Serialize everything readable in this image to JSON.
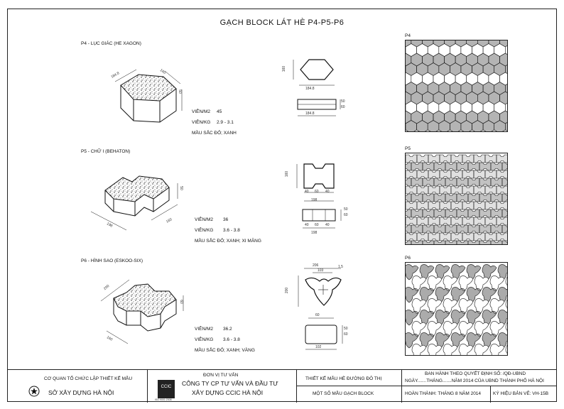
{
  "title": "GẠCH BLOCK LÁT HÈ P4-P5-P6",
  "p4": {
    "heading": "P4 - LỤC GIÁC (HE XAGON)",
    "dims": {
      "a": "184.8",
      "b": "160",
      "h": "50"
    },
    "plan": {
      "w": "184.8",
      "h": "160"
    },
    "side": {
      "w": "184.8",
      "t1": "50",
      "t2": "60"
    },
    "spec_vien_m2_label": "VIÊN/M2",
    "spec_vien_m2": "45",
    "spec_vien_kg_label": "VIÊN/KG",
    "spec_vien_kg": "2.9 - 3.1",
    "color_label": "MẦU SẮC ĐỎ; XANH",
    "panel_label": "P4"
  },
  "p5": {
    "heading": "P5 - CHỮ I (BEHATON)",
    "dims": {
      "a": "198",
      "b": "160",
      "h": "50"
    },
    "plan": {
      "h": "160",
      "segs": [
        "40",
        "60",
        "40"
      ],
      "w": "198"
    },
    "side": {
      "w": "198",
      "segs": [
        "40",
        "60",
        "40"
      ],
      "t1": "50",
      "t2": "60"
    },
    "spec_vien_m2_label": "VIÊN/M2",
    "spec_vien_m2": "36",
    "spec_vien_kg_label": "VIÊN/KG",
    "spec_vien_kg": "3.6 - 3.8",
    "color_label": "MẦU SẮC ĐỎ; XANH; XI MĂNG",
    "panel_label": "P5"
  },
  "p6": {
    "heading": "P6 - HÌNH SAO (ESKOO-SIX)",
    "dims": {
      "a": "200",
      "b": "160",
      "h": "60"
    },
    "plan": {
      "w": "206",
      "w2": "103",
      "h": "200",
      "r": "1.5"
    },
    "side": {
      "w": "60",
      "w2": "102",
      "t1": "50",
      "t2": "60"
    },
    "spec_vien_m2_label": "VIÊN/M2",
    "spec_vien_m2": "36.2",
    "spec_vien_kg_label": "VIÊN/KG",
    "spec_vien_kg": "3.6 - 3.8",
    "color_label": "MẦU SẮC ĐỎ; XANH; VÀNG",
    "panel_label": "P6"
  },
  "footer": {
    "org_label": "CƠ QUAN TỔ CHỨC LẬP THIẾT KẾ MẪU",
    "org_name": "SỞ XÂY DỰNG HÀ NỘI",
    "consult_label": "ĐƠN VỊ TƯ VẤN",
    "consult_name_1": "CÔNG TY CP TƯ VẤN VÀ ĐẦU TƯ",
    "consult_name_2": "XÂY DỰNG CCIC HÀ NỘI",
    "logo_text": "CCIC",
    "logo_sub": "ISO 9001:2008",
    "design_label": "THIẾT KẾ MẪU HÈ ĐƯỜNG ĐÔ THỊ",
    "design_sub": "MỘT SỐ MẪU GẠCH BLOCK",
    "issued_1": "BAN HÀNH THEO QUYẾT ĐỊNH SỐ:          /QĐ-UBND",
    "issued_2": "NGÀY.......THÁNG.......NĂM 2014 CỦA UBND THÀNH PHỐ HÀ NỘI",
    "complete": "HOÀN THÀNH: THÁNG 8 NĂM 2014",
    "sheet": "KÝ HIỆU BẢN VẼ: VH-15B"
  }
}
